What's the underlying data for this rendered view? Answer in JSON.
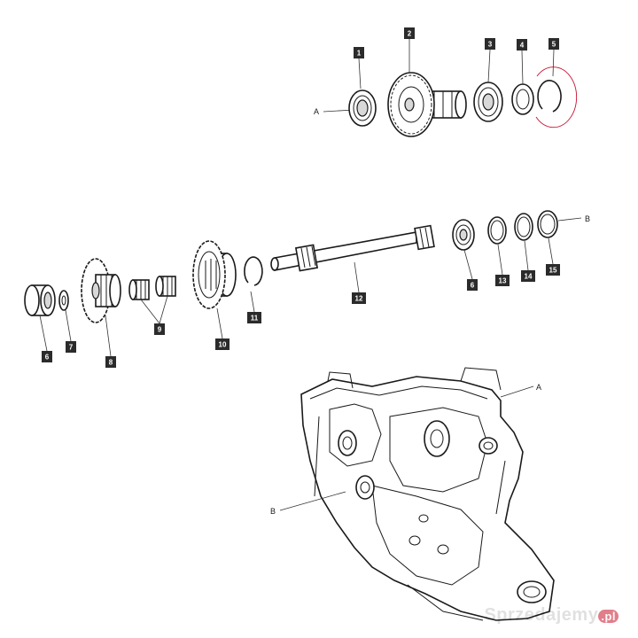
{
  "callouts": [
    {
      "id": "c1",
      "label": "1"
    },
    {
      "id": "c2",
      "label": "2"
    },
    {
      "id": "c3",
      "label": "3"
    },
    {
      "id": "c4",
      "label": "4"
    },
    {
      "id": "c5",
      "label": "5"
    },
    {
      "id": "c6a",
      "label": "6"
    },
    {
      "id": "c13",
      "label": "13"
    },
    {
      "id": "c14",
      "label": "14"
    },
    {
      "id": "c15",
      "label": "15"
    },
    {
      "id": "c12",
      "label": "12"
    },
    {
      "id": "c11",
      "label": "11"
    },
    {
      "id": "c10",
      "label": "10"
    },
    {
      "id": "c9",
      "label": "9"
    },
    {
      "id": "c8",
      "label": "8"
    },
    {
      "id": "c7",
      "label": "7"
    },
    {
      "id": "c6b",
      "label": "6"
    }
  ],
  "references": [
    {
      "id": "refA1",
      "label": "A"
    },
    {
      "id": "refB1",
      "label": "B"
    },
    {
      "id": "refA2",
      "label": "A"
    },
    {
      "id": "refB2",
      "label": "B"
    }
  ],
  "watermark": {
    "brand": "Sprzedajemy",
    "suffix": ".pl"
  },
  "colors": {
    "ink": "#1a1a1a",
    "callout_bg": "#2b2b2b",
    "highlight": "#c8102e"
  }
}
